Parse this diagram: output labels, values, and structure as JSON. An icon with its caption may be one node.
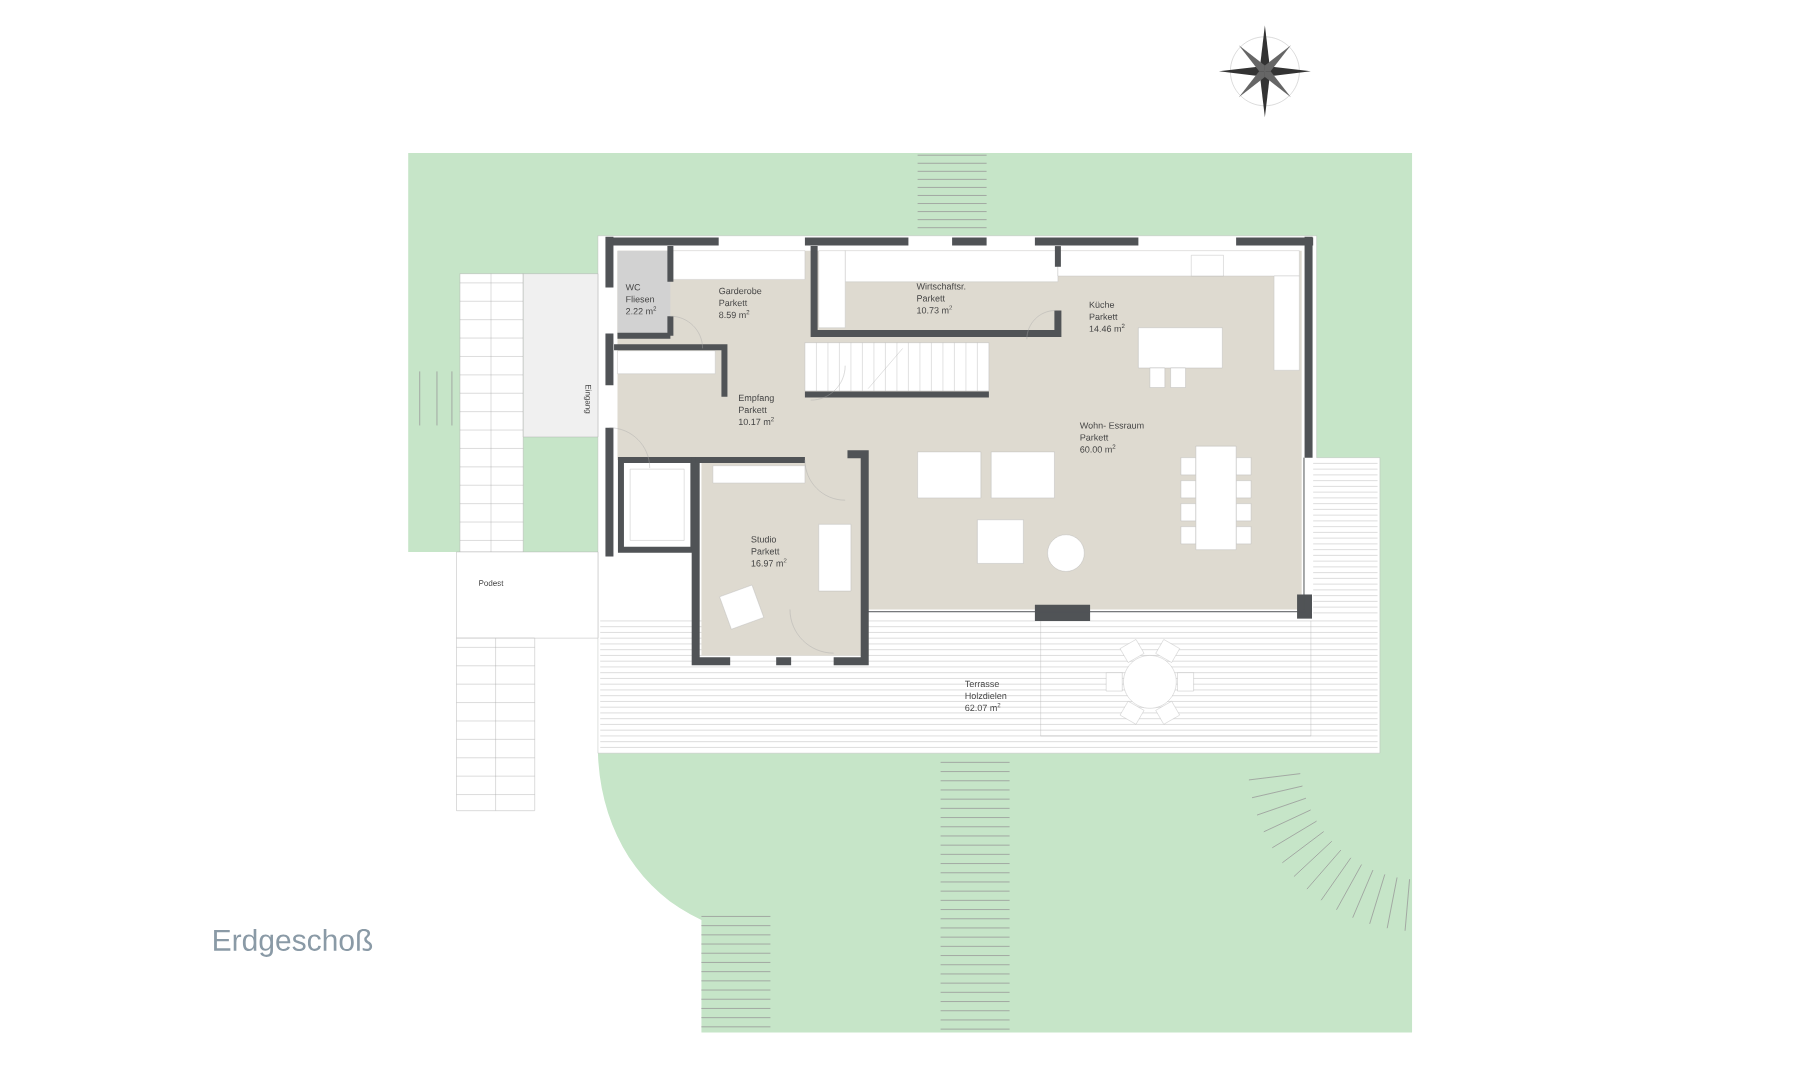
{
  "diagram": {
    "title": "Erdgeschoß",
    "nodes": [
      {
        "text": [
          "WC",
          "Fliesen",
          "2.22 m$^{2}$"
        ]
      },
      {
        "text": [
          "Garderobe",
          "Parkett",
          "8.59 m$^{2}$"
        ]
      },
      {
        "text": [
          "Wirtschaftsr.",
          "Parkett",
          "10.73 m$^{2}$"
        ]
      },
      {
        "text": [
          "Küche",
          "Parkett",
          "14.46 m$^{2}$"
        ]
      },
      {
        "text": [
          "Empfang",
          "Parkett",
          "10.17 m$^{2}$"
        ]
      },
      {
        "text": [
          "Wohn- Essraum",
          "Parkett",
          "60.00 m$^{2}$"
        ]
      },
      {
        "text": [
          "Studio",
          "Parkett",
          "16.97 m$^{2}$"
        ]
      },
      {
        "text": [
          "Terrasse",
          "Holzdielen",
          "62.07 m$^{2}$"
        ]
      }
    ],
    "labels": [
      "Eingang",
      "Podest"
    ]
  }
}
